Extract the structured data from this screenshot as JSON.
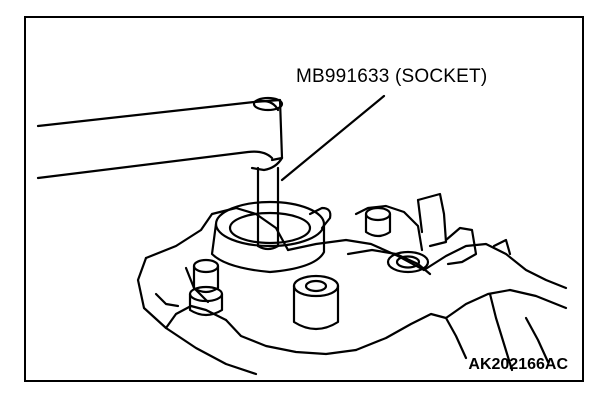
{
  "figure": {
    "callout_label": "MB991633 (SOCKET)",
    "figure_code": "AK202166AC"
  },
  "colors": {
    "line": "#000000",
    "background": "#ffffff"
  },
  "icons": [
    "wrench-handle",
    "socket-tool",
    "engine-housing"
  ]
}
